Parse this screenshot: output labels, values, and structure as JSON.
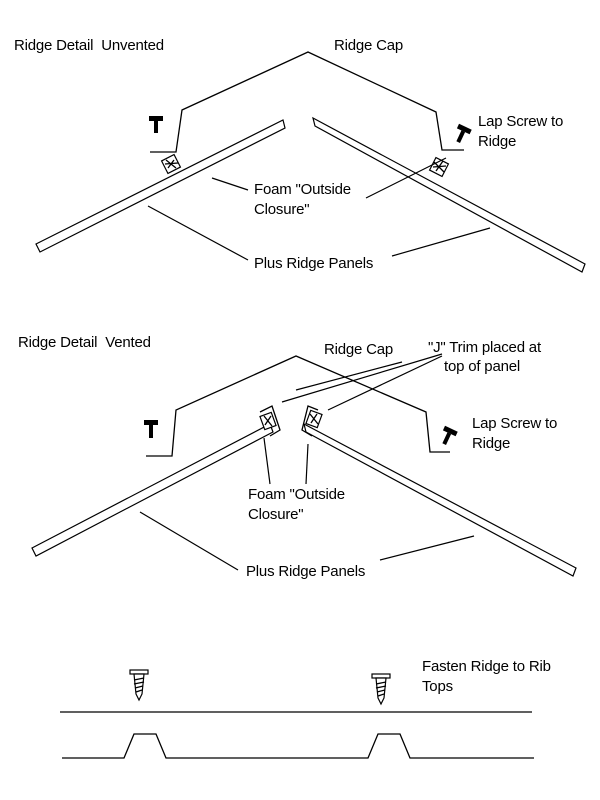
{
  "unvented": {
    "title": "Ridge Detail  Unvented",
    "ridge_cap": "Ridge Cap",
    "lap_screw_line1": "Lap Screw to",
    "lap_screw_line2": "Ridge",
    "foam_line1": "Foam \"Outside",
    "foam_line2": "Closure\"",
    "panels": "Plus Ridge Panels"
  },
  "vented": {
    "title": "Ridge Detail  Vented",
    "ridge_cap": "Ridge Cap",
    "j_trim_line1": "\"J\" Trim placed at",
    "j_trim_line2": "top of panel",
    "lap_screw_line1": "Lap Screw to",
    "lap_screw_line2": "Ridge",
    "foam_line1": "Foam \"Outside",
    "foam_line2": "Closure\"",
    "panels": "Plus Ridge Panels"
  },
  "fasten": {
    "label_line1": "Fasten Ridge to Rib",
    "label_line2": "Tops"
  },
  "colors": {
    "ink": "#000000",
    "background": "#ffffff"
  }
}
